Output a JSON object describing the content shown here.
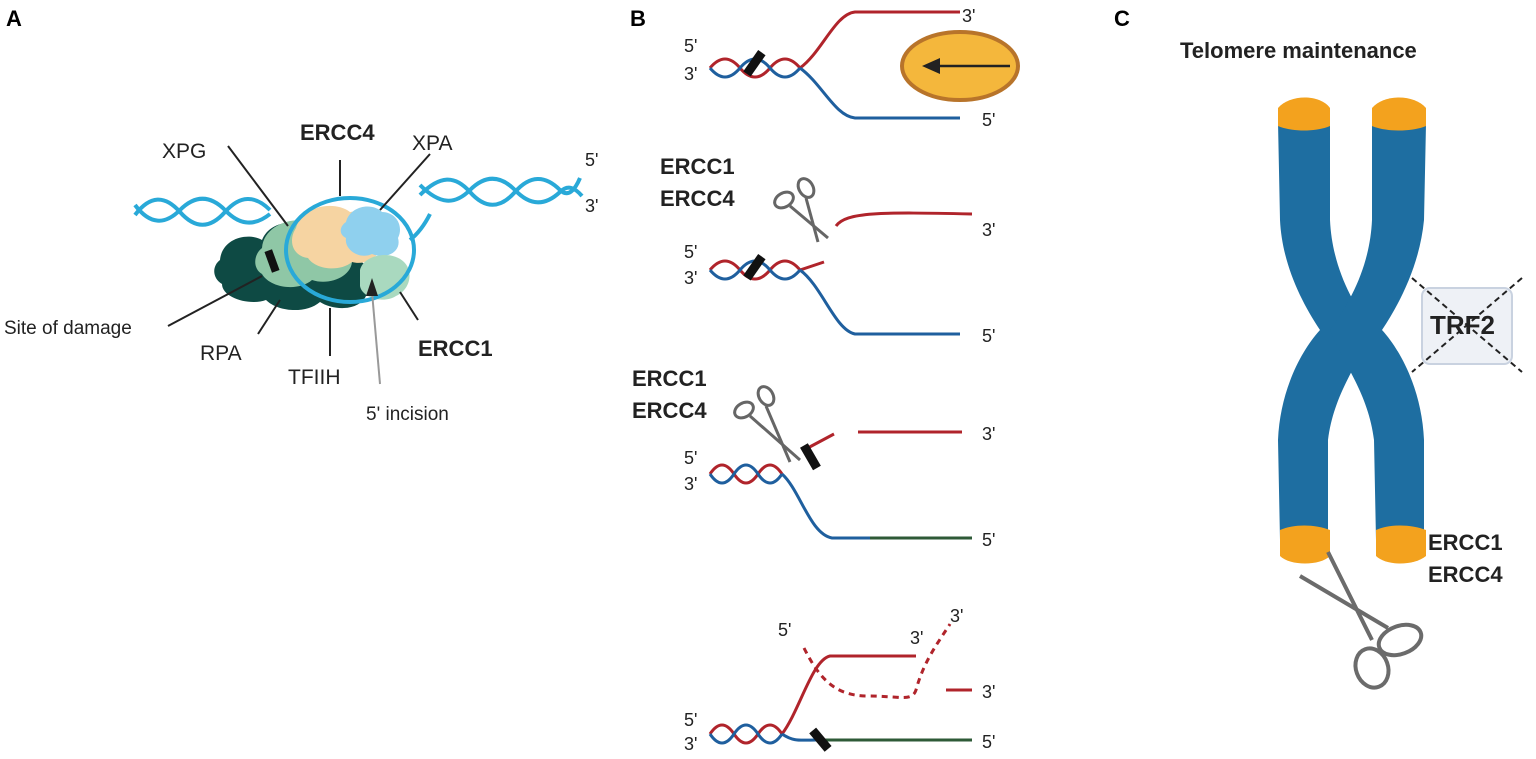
{
  "panels": {
    "a": {
      "letter": "A",
      "labels": {
        "xpg": "XPG",
        "ercc4": "ERCC4",
        "xpa": "XPA",
        "site": "Site of damage",
        "rpa": "RPA",
        "tfiih": "TFIIH",
        "ercc1": "ERCC1",
        "incision": "5' incision",
        "five_prime": "5'",
        "three_prime": "3'"
      }
    },
    "b": {
      "letter": "B",
      "ercc1": "ERCC1",
      "ercc4": "ERCC4",
      "five_prime": "5'",
      "three_prime": "3'"
    },
    "c": {
      "letter": "C",
      "title": "Telomere  maintenance",
      "trf2": "TRF2",
      "ercc1": "ERCC1",
      "ercc4": "ERCC4"
    }
  },
  "colors": {
    "dna_light_blue": "#29a9d8",
    "strand_red": "#b0242b",
    "strand_blue": "#1f5f9e",
    "strand_green": "#2e5a37",
    "telomere_orange": "#f3a21e",
    "chromosome_blue": "#1e6ea1",
    "protein_dark_green": "#0e4a44",
    "protein_light_green": "#8fc7a6",
    "protein_peach": "#f6d4a2",
    "protein_light_blue": "#8fd0ee",
    "helicase_yellow": "#f4b73c"
  }
}
